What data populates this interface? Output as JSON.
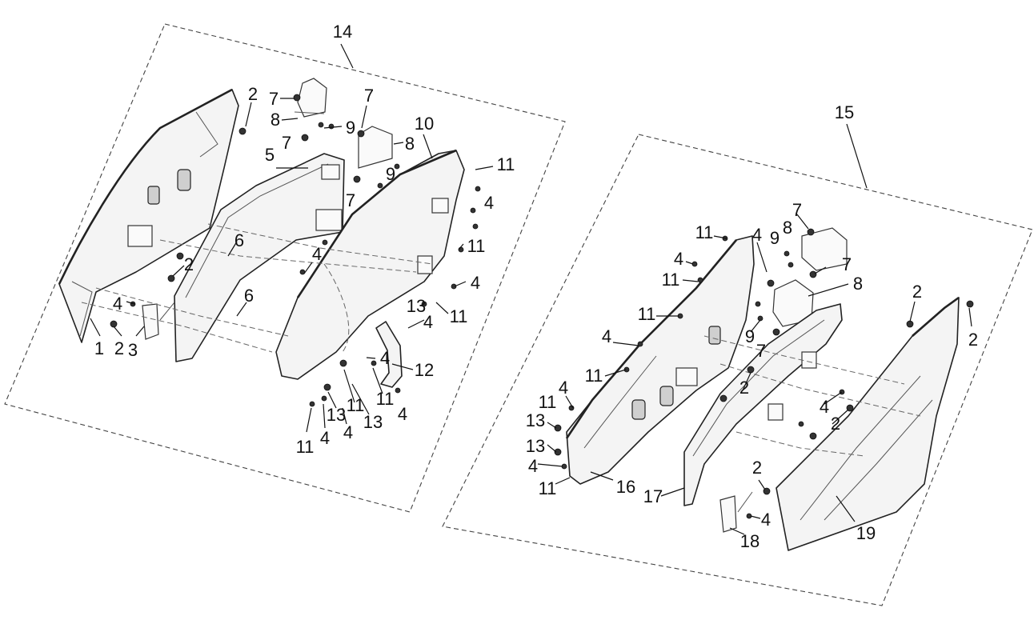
{
  "callouts": {
    "c1": "1",
    "c2a": "2",
    "c2b": "2",
    "c2c": "2",
    "c3": "3",
    "c4a": "4",
    "c5": "5",
    "c6a": "6",
    "c6b": "6",
    "c7a": "7",
    "c7b": "7",
    "c7c": "7",
    "c7d": "7",
    "c8a": "8",
    "c8b": "8",
    "c9a": "9",
    "c9b": "9",
    "c10": "10",
    "c11a": "11",
    "c11b": "11",
    "c11c": "11",
    "c11d": "11",
    "c11e": "11",
    "c11f": "11",
    "c4b": "4",
    "c4c": "4",
    "c4d": "4",
    "c4e": "4",
    "c4f": "4",
    "c4g": "4",
    "c4h": "4",
    "c12": "12",
    "c13a": "13",
    "c13b": "13",
    "c13c": "13",
    "c14": "14",
    "c15": "15",
    "c11g": "11",
    "c11h": "11",
    "c11i": "11",
    "c11j": "11",
    "c11k": "11",
    "c11l": "11",
    "c4i": "4",
    "c4j": "4",
    "c4k": "4",
    "c4l": "4",
    "c4m": "4",
    "c4n": "4",
    "c4o": "4",
    "c9c": "9",
    "c9d": "9",
    "c8c": "8",
    "c8d": "8",
    "c7e": "7",
    "c7f": "7",
    "c7g": "7",
    "c13d": "13",
    "c13e": "13",
    "c2d": "2",
    "c2e": "2",
    "c2f": "2",
    "c2g": "2",
    "c16": "16",
    "c17": "17",
    "c18": "18",
    "c19": "19"
  }
}
